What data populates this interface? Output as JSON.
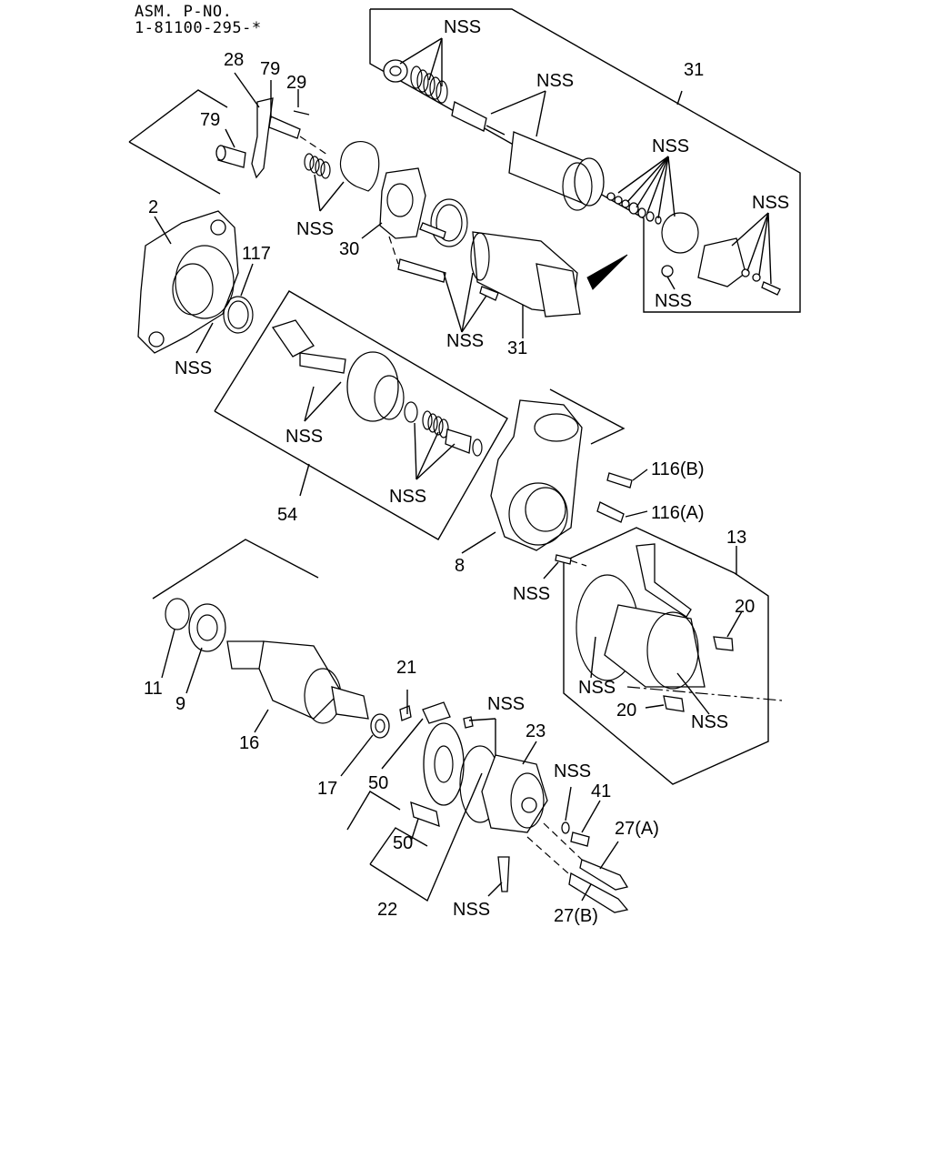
{
  "header": {
    "line1": "ASM. P-NO.",
    "line2": "1-81100-295-*"
  },
  "labels": {
    "nss_top1": "NSS",
    "nss_top2": "NSS",
    "c31_top": "31",
    "nss_top3": "NSS",
    "nss_top4": "NSS",
    "nss_top5": "NSS",
    "c28": "28",
    "c79a": "79",
    "c29": "29",
    "c79b": "79",
    "nss_spring": "NSS",
    "c30": "30",
    "c2": "2",
    "c117": "117",
    "nss_housing": "NSS",
    "nss_sol": "NSS",
    "c31_mid": "31",
    "nss_clutch": "NSS",
    "nss_pin": "NSS",
    "c54": "54",
    "c116b": "116(B)",
    "c116a": "116(A)",
    "c8": "8",
    "c13": "13",
    "nss_yoke_pin": "NSS",
    "c20a": "20",
    "nss_yoke1": "NSS",
    "c20b": "20",
    "nss_yoke2": "NSS",
    "c11": "11",
    "c9": "9",
    "c16": "16",
    "c21": "21",
    "nss_brush": "NSS",
    "c23": "23",
    "c17": "17",
    "c50a": "50",
    "nss_rear": "NSS",
    "c41": "41",
    "c27a": "27(A)",
    "c50b": "50",
    "c22": "22",
    "nss_bolt": "NSS",
    "c27b": "27(B)"
  }
}
